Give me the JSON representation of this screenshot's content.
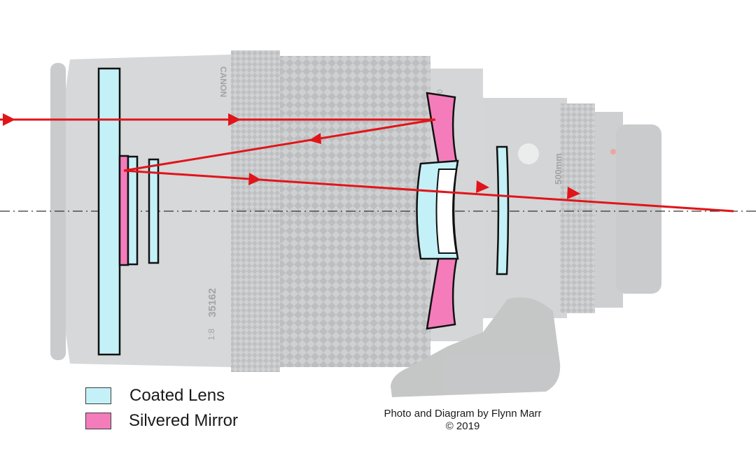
{
  "legend": {
    "coated_lens": {
      "label": "Coated Lens",
      "color": "#c4f1f7"
    },
    "silvered_mirror": {
      "label": "Silvered Mirror",
      "color": "#f47cba"
    }
  },
  "credit": {
    "line1": "Photo and Diagram by Flynn Marr",
    "line2": "©  2019"
  },
  "lens_markings": {
    "brand": "CANON",
    "serial": "35162",
    "aperture": "1:8",
    "focal_length": "500mm",
    "focus_scale": "20"
  },
  "colors": {
    "ray": "#e0151a",
    "lens_body": "#d0d2d3",
    "outline": "#111111"
  }
}
